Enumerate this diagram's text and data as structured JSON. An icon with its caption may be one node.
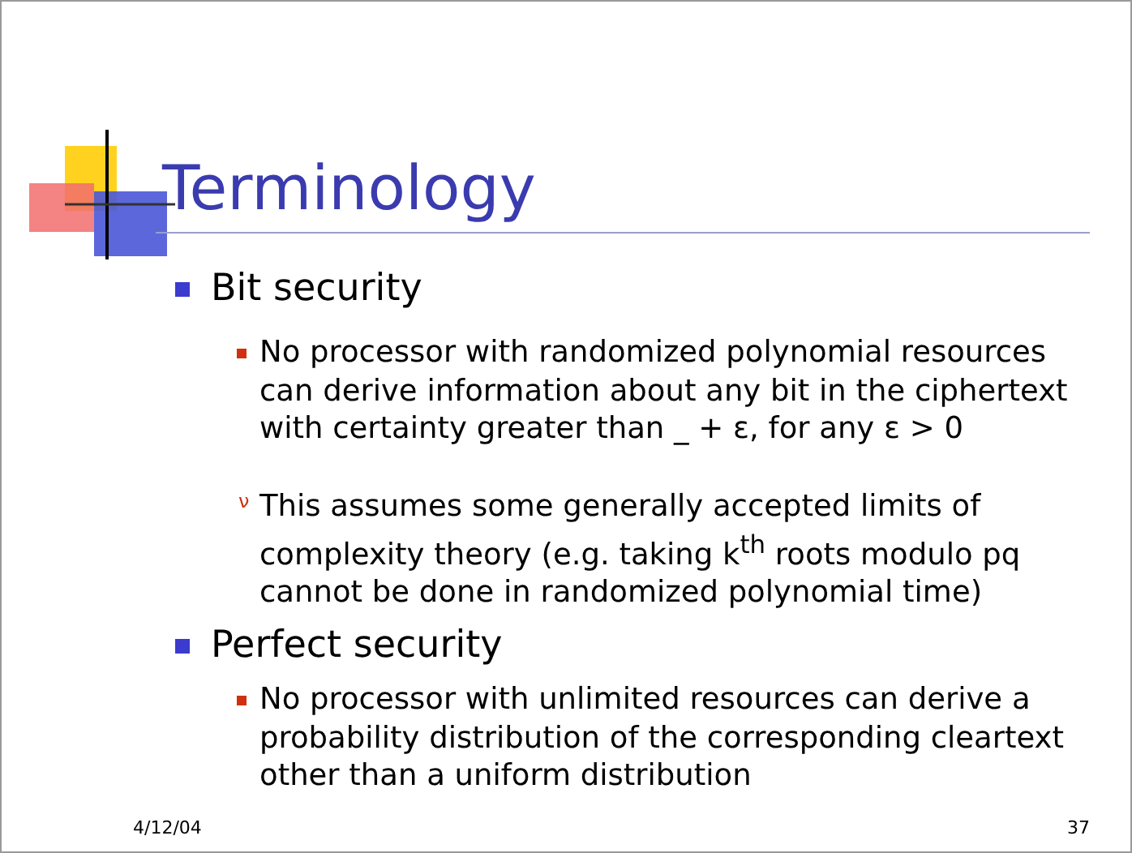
{
  "diagram": {
    "title": "Terminology",
    "labels": [
      "Bit security",
      "No processor with randomized polynomial resources can derive information about any bit in the ciphertext with certainty greater than _ + ε, for any ε > 0",
      "ν",
      "This assumes some generally accepted limits of complexity theory (e.g. taking k$^{th}$ roots modulo pq cannot be done in randomized polynomial time)",
      "Perfect security",
      "No processor with unlimited resources can derive a probability distribution of the corresponding cleartext other than a uniform distribution",
      "4/12/04",
      "37"
    ]
  }
}
